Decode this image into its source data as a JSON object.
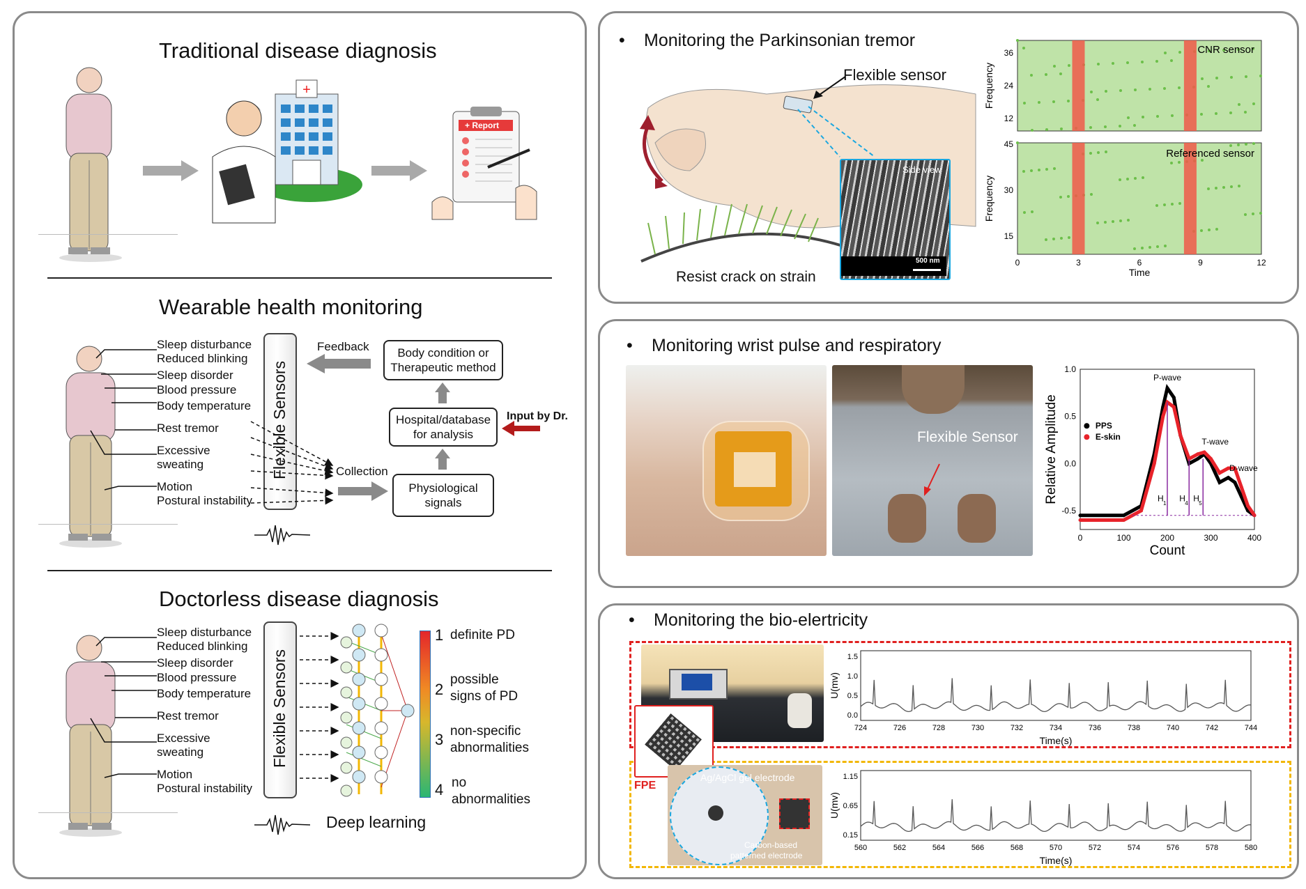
{
  "left_panel": {
    "traditional": {
      "title": "Traditional disease diagnosis",
      "report_label": "+ Report"
    },
    "wearable": {
      "title": "Wearable health monitoring",
      "symptoms": [
        "Sleep disturbance",
        "Reduced blinking",
        "Sleep disorder",
        "Blood pressure",
        "Body temperature",
        "Rest tremor",
        "Excessive",
        "sweating",
        "Motion",
        "Postural instability"
      ],
      "sensor_label": "Flexible Sensors",
      "feedback": "Feedback",
      "box_body": [
        "Body condition or",
        "Therapeutic method"
      ],
      "box_hospital": [
        "Hospital/database",
        "for  analysis"
      ],
      "input_by_dr": "Input by Dr.",
      "collection": "Collection",
      "box_physio": [
        "Physiological",
        "signals"
      ]
    },
    "doctorless": {
      "title": "Doctorless disease diagnosis",
      "symptoms": [
        "Sleep disturbance",
        "Reduced blinking",
        "Sleep disorder",
        "Blood pressure",
        "Body temperature",
        "Rest tremor",
        "Excessive",
        "sweating",
        "Motion",
        "Postural instability"
      ],
      "sensor_label": "Flexible Sensors",
      "deep_learning": "Deep learning",
      "scale": [
        {
          "num": "1",
          "text": [
            "definite PD"
          ]
        },
        {
          "num": "2",
          "text": [
            "possible",
            "signs of PD"
          ]
        },
        {
          "num": "3",
          "text": [
            "non-specific",
            "abnormalities"
          ]
        },
        {
          "num": "4",
          "text": [
            "no",
            "abnormalities"
          ]
        }
      ],
      "colors": {
        "top": "#e4262a",
        "mid": "#f5a623",
        "low": "#2bb673",
        "bottom": "#2b6fb6"
      }
    }
  },
  "tremor_panel": {
    "bullet": "Monitoring the Parkinsonian tremor",
    "flex_sensor": "Flexible sensor",
    "side_view": "Side view",
    "scale_bar": "500 nm",
    "resist": "Resist crack on strain",
    "spectrogram": {
      "top_label": "CNR sensor",
      "bottom_label": "Referenced sensor",
      "ylabel": "Frequency",
      "xlabel": "Time",
      "top_yticks": [
        "36",
        "24",
        "12"
      ],
      "bottom_yticks": [
        "45",
        "30",
        "15"
      ],
      "xticks": [
        "0",
        "3",
        "6",
        "9",
        "12"
      ],
      "tremor_times": [
        3,
        8.5
      ]
    }
  },
  "pulse_panel": {
    "bullet": "Monitoring wrist pulse and respiratory",
    "photo_label": "Flexible Sensor",
    "chart_data": {
      "type": "line",
      "xlabel": "Count",
      "ylabel": "Relative Amplitude",
      "xlim": [
        0,
        400
      ],
      "ylim": [
        -0.7,
        1.0
      ],
      "xticks": [
        "0",
        "100",
        "200",
        "300",
        "400"
      ],
      "yticks": [
        "1.0",
        "0.5",
        "0.0",
        "-0.5"
      ],
      "annotations": [
        "P-wave",
        "T-wave",
        "D-wave",
        "H",
        "H",
        "H"
      ],
      "subscripts": [
        "1",
        "4",
        "5"
      ],
      "series": [
        {
          "name": "PPS",
          "color": "#000000",
          "x": [
            0,
            100,
            140,
            170,
            190,
            200,
            215,
            230,
            250,
            270,
            285,
            300,
            320,
            340,
            355,
            370,
            385,
            400
          ],
          "y": [
            -0.55,
            -0.55,
            -0.45,
            0.1,
            0.6,
            0.8,
            0.7,
            0.3,
            0.0,
            0.05,
            0.1,
            0.0,
            -0.2,
            -0.15,
            -0.2,
            -0.35,
            -0.5,
            -0.55
          ]
        },
        {
          "name": "E-skin",
          "color": "#e8232a",
          "x": [
            0,
            100,
            140,
            170,
            190,
            200,
            215,
            230,
            250,
            270,
            285,
            300,
            320,
            340,
            355,
            370,
            385,
            400
          ],
          "y": [
            -0.6,
            -0.6,
            -0.5,
            0.0,
            0.5,
            0.65,
            0.6,
            0.3,
            0.05,
            0.1,
            0.12,
            0.05,
            -0.1,
            -0.05,
            -0.05,
            -0.25,
            -0.45,
            -0.55
          ]
        }
      ]
    }
  },
  "bio_panel": {
    "bullet": "Monitoring the bio-elertricity",
    "fpe": "FPE",
    "gel_label": "Ag/AgCl gel electrode",
    "carbon_label": [
      "Carbon-based",
      "patterned electrode"
    ],
    "chart_top": {
      "type": "line",
      "ylabel": "U(mv)",
      "xlabel": "Time(s)",
      "xlim": [
        724,
        744
      ],
      "ylim": [
        0.0,
        1.5
      ],
      "xticks": [
        "724",
        "726",
        "728",
        "730",
        "732",
        "734",
        "736",
        "738",
        "740",
        "742",
        "744"
      ],
      "yticks": [
        "1.5",
        "1.0",
        "0.5",
        "0.0"
      ]
    },
    "chart_bottom": {
      "type": "line",
      "ylabel": "U(mv)",
      "xlabel": "Time(s)",
      "xlim": [
        560,
        580
      ],
      "ylim": [
        0.0,
        1.3
      ],
      "xticks": [
        "560",
        "562",
        "564",
        "566",
        "568",
        "570",
        "572",
        "574",
        "576",
        "578",
        "580"
      ],
      "yticks": [
        "1.15",
        "0.65",
        "0.15"
      ]
    }
  }
}
